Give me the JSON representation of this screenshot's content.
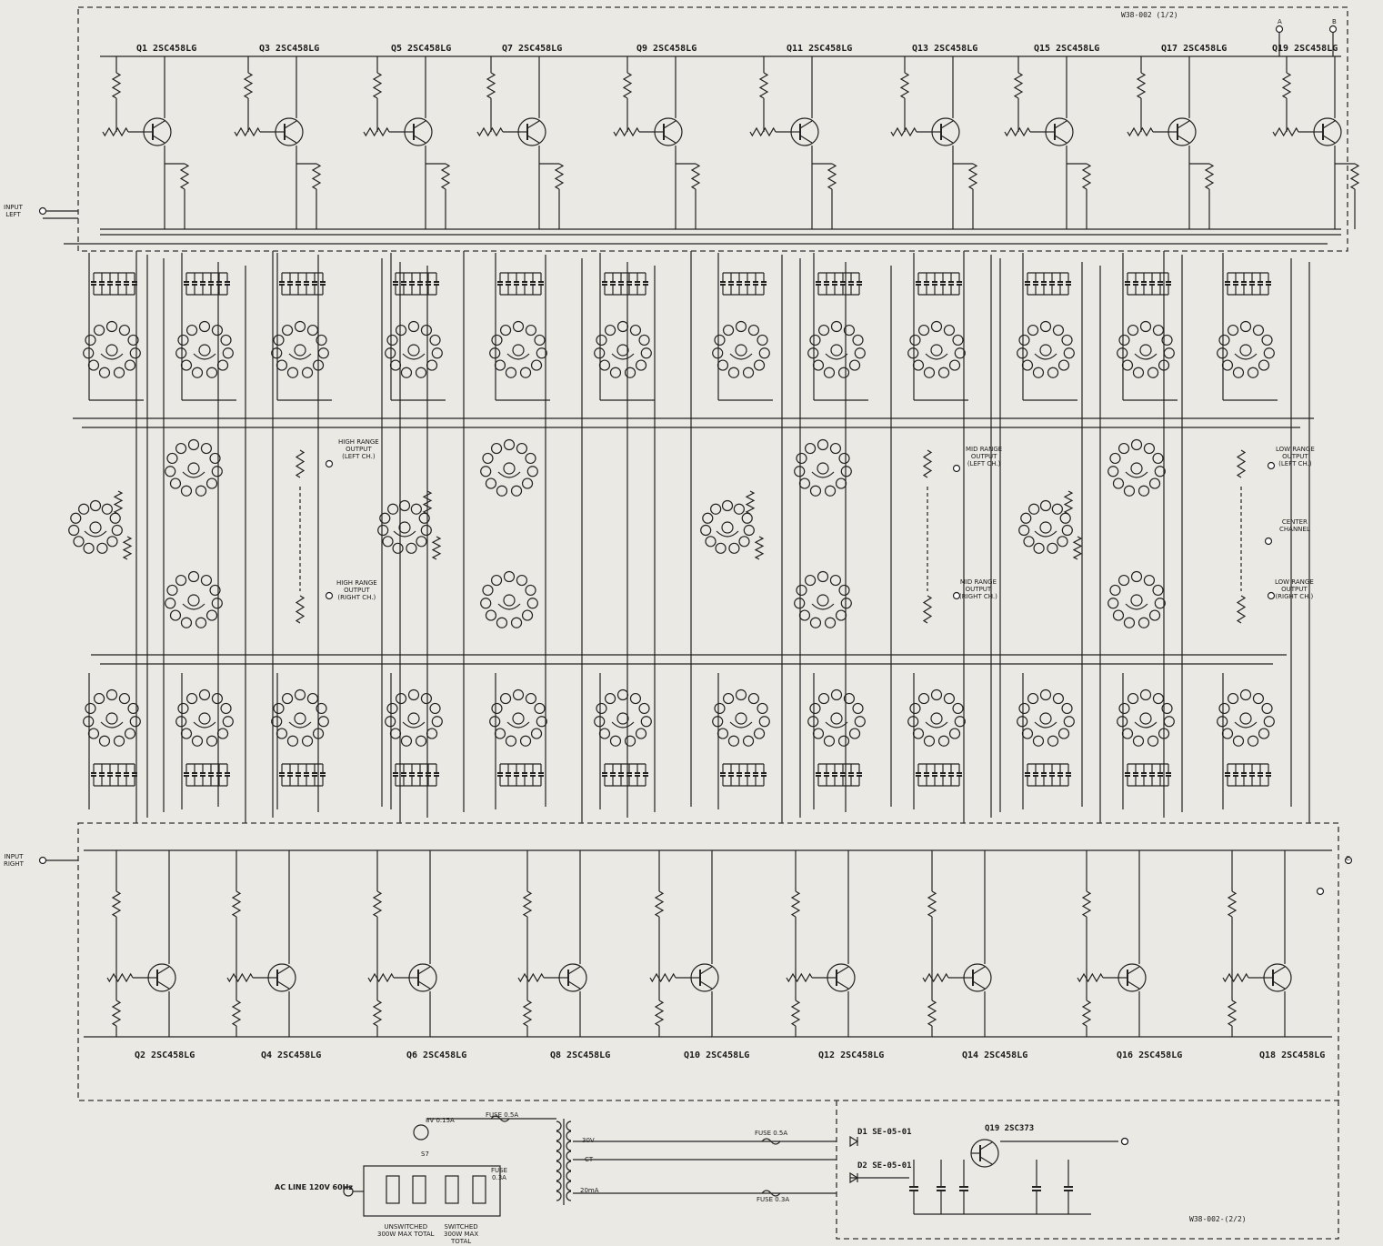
{
  "top_transistors": [
    {
      "label": "Q1 2SC458LG"
    },
    {
      "label": "Q3 2SC458LG"
    },
    {
      "label": "Q5 2SC458LG"
    },
    {
      "label": "Q7 2SC458LG"
    },
    {
      "label": "Q9 2SC458LG"
    },
    {
      "label": "Q11 2SC458LG"
    },
    {
      "label": "Q13 2SC458LG"
    },
    {
      "label": "Q15 2SC458LG"
    },
    {
      "label": "Q17 2SC458LG"
    },
    {
      "label": "Q19 2SC458LG"
    }
  ],
  "bottom_transistors": [
    {
      "label": "Q2 2SC458LG"
    },
    {
      "label": "Q4 2SC458LG"
    },
    {
      "label": "Q6 2SC458LG"
    },
    {
      "label": "Q8 2SC458LG"
    },
    {
      "label": "Q10 2SC458LG"
    },
    {
      "label": "Q12 2SC458LG"
    },
    {
      "label": "Q14 2SC458LG"
    },
    {
      "label": "Q16 2SC458LG"
    },
    {
      "label": "Q18 2SC458LG"
    }
  ],
  "board_labels": {
    "top": "W38-002 (1/2)",
    "bottom": "W38-002-(2/2)"
  },
  "inputs": {
    "left": "INPUT\nLEFT",
    "right": "INPUT\nRIGHT"
  },
  "outputs": [
    {
      "label": "HIGH RANGE\nOUTPUT\n(LEFT CH.)"
    },
    {
      "label": "HIGH RANGE\nOUTPUT\n(RIGHT CH.)"
    },
    {
      "label": "MID RANGE\nOUTPUT\n(LEFT CH.)"
    },
    {
      "label": "MID RANGE\nOUTPUT\n(RIGHT CH.)"
    },
    {
      "label": "LOW RANGE\nOUTPUT\n(LEFT CH.)"
    },
    {
      "label": "LOW RANGE\nOUTPUT\n(RIGHT CH.)"
    }
  ],
  "center_channel": "CENTER\nCHANNEL",
  "power_supply": {
    "ac_line": "AC LINE\n120V 60Hz",
    "pilot_lamp": "8V 0.15A",
    "fuse_main": "FUSE 0.5A",
    "fuse_1": "FUSE 0.5A",
    "fuse_2": "FUSE 0.3A",
    "fuse_inline": "FUSE\n0.3A",
    "diode_1": "D1 SE-05-01",
    "diode_2": "D2 SE-05-01",
    "regulator": "Q19 2SC373",
    "secondary_v": "30V",
    "secondary_ct": "CT",
    "secondary_i": "20mA",
    "unswitched": "UNSWITCHED\n300W MAX TOTAL",
    "switched": "SWITCHED\n300W MAX\nTOTAL",
    "switch": "S7"
  },
  "terminal_marks": {
    "a": "A",
    "b": "B",
    "c": "C"
  }
}
